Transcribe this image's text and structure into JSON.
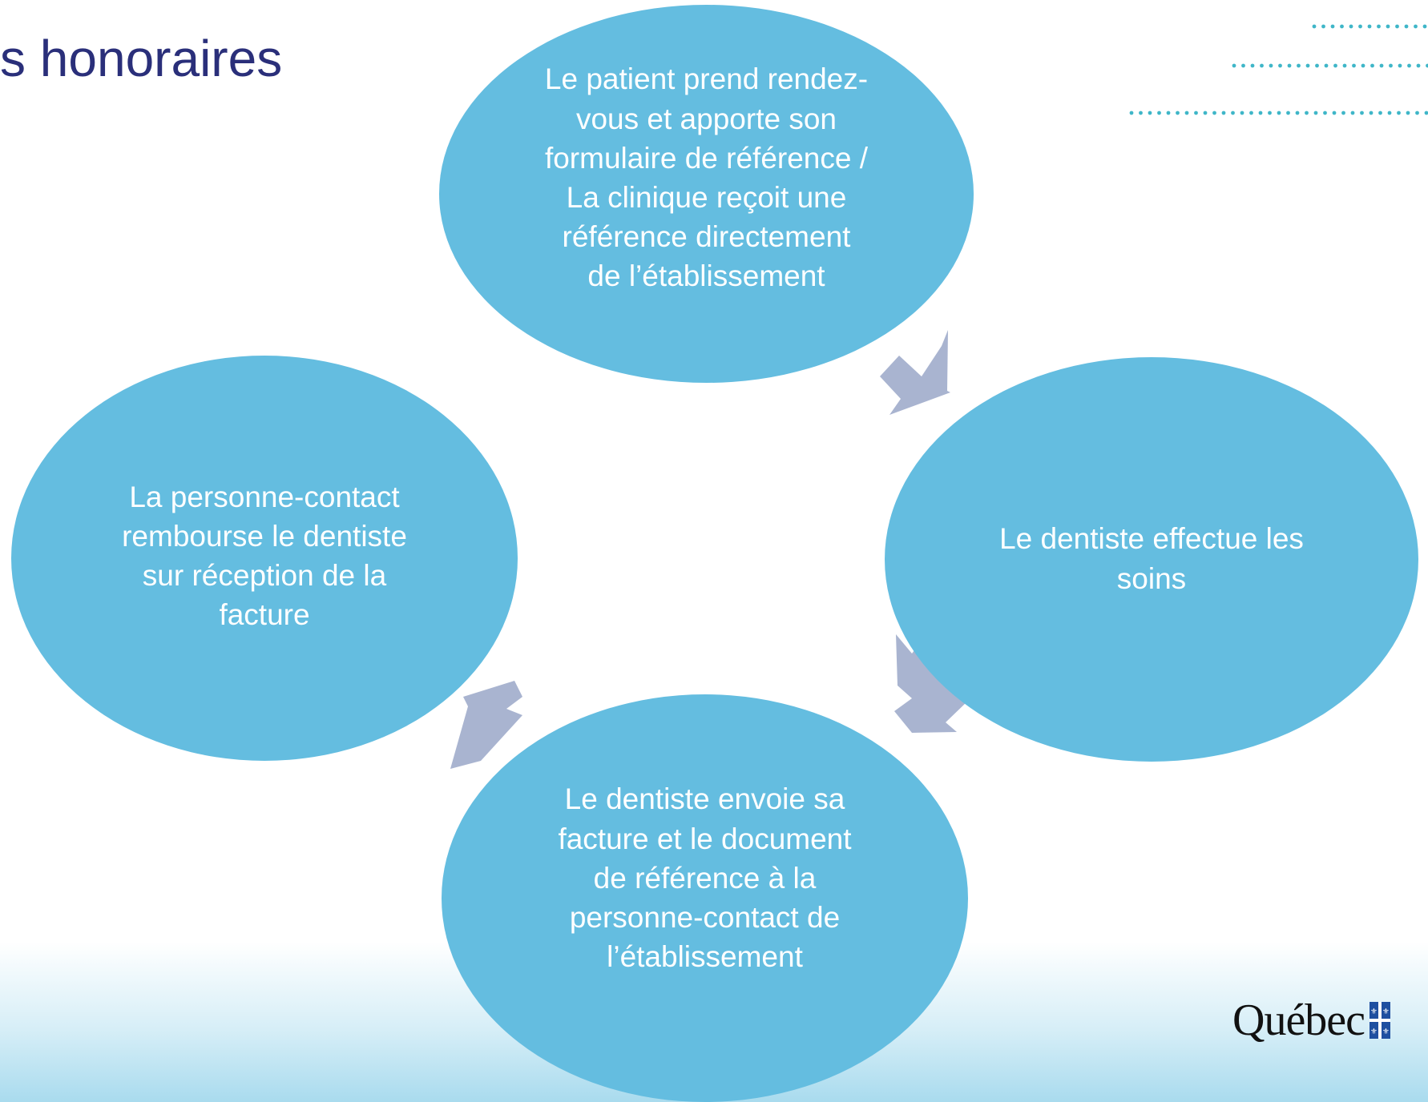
{
  "slide": {
    "title": "s honoraires"
  },
  "diagram": {
    "steps": [
      {
        "id": "step-1",
        "lines": [
          "Le patient prend rendez-",
          "vous et apporte son",
          "formulaire de référence /",
          "La clinique reçoit une",
          "référence directement",
          "de l’établissement"
        ]
      },
      {
        "id": "step-2",
        "lines": [
          "Le dentiste effectue les",
          "soins"
        ]
      },
      {
        "id": "step-3",
        "lines": [
          "Le dentiste envoie sa",
          "facture et le document",
          "de référence à la",
          "personne-contact de",
          "l’établissement"
        ]
      },
      {
        "id": "step-4",
        "lines": [
          "La personne-contact",
          "rembourse le dentiste",
          "sur réception de la",
          "facture"
        ]
      }
    ],
    "node_color": "#64bde0",
    "arrow_color": "#a9b4d0"
  },
  "logo": {
    "text": "Québec",
    "flag_color": "#1f4fa0"
  },
  "colors": {
    "title": "#2a2f7a",
    "dots": "#3fb6c8"
  }
}
